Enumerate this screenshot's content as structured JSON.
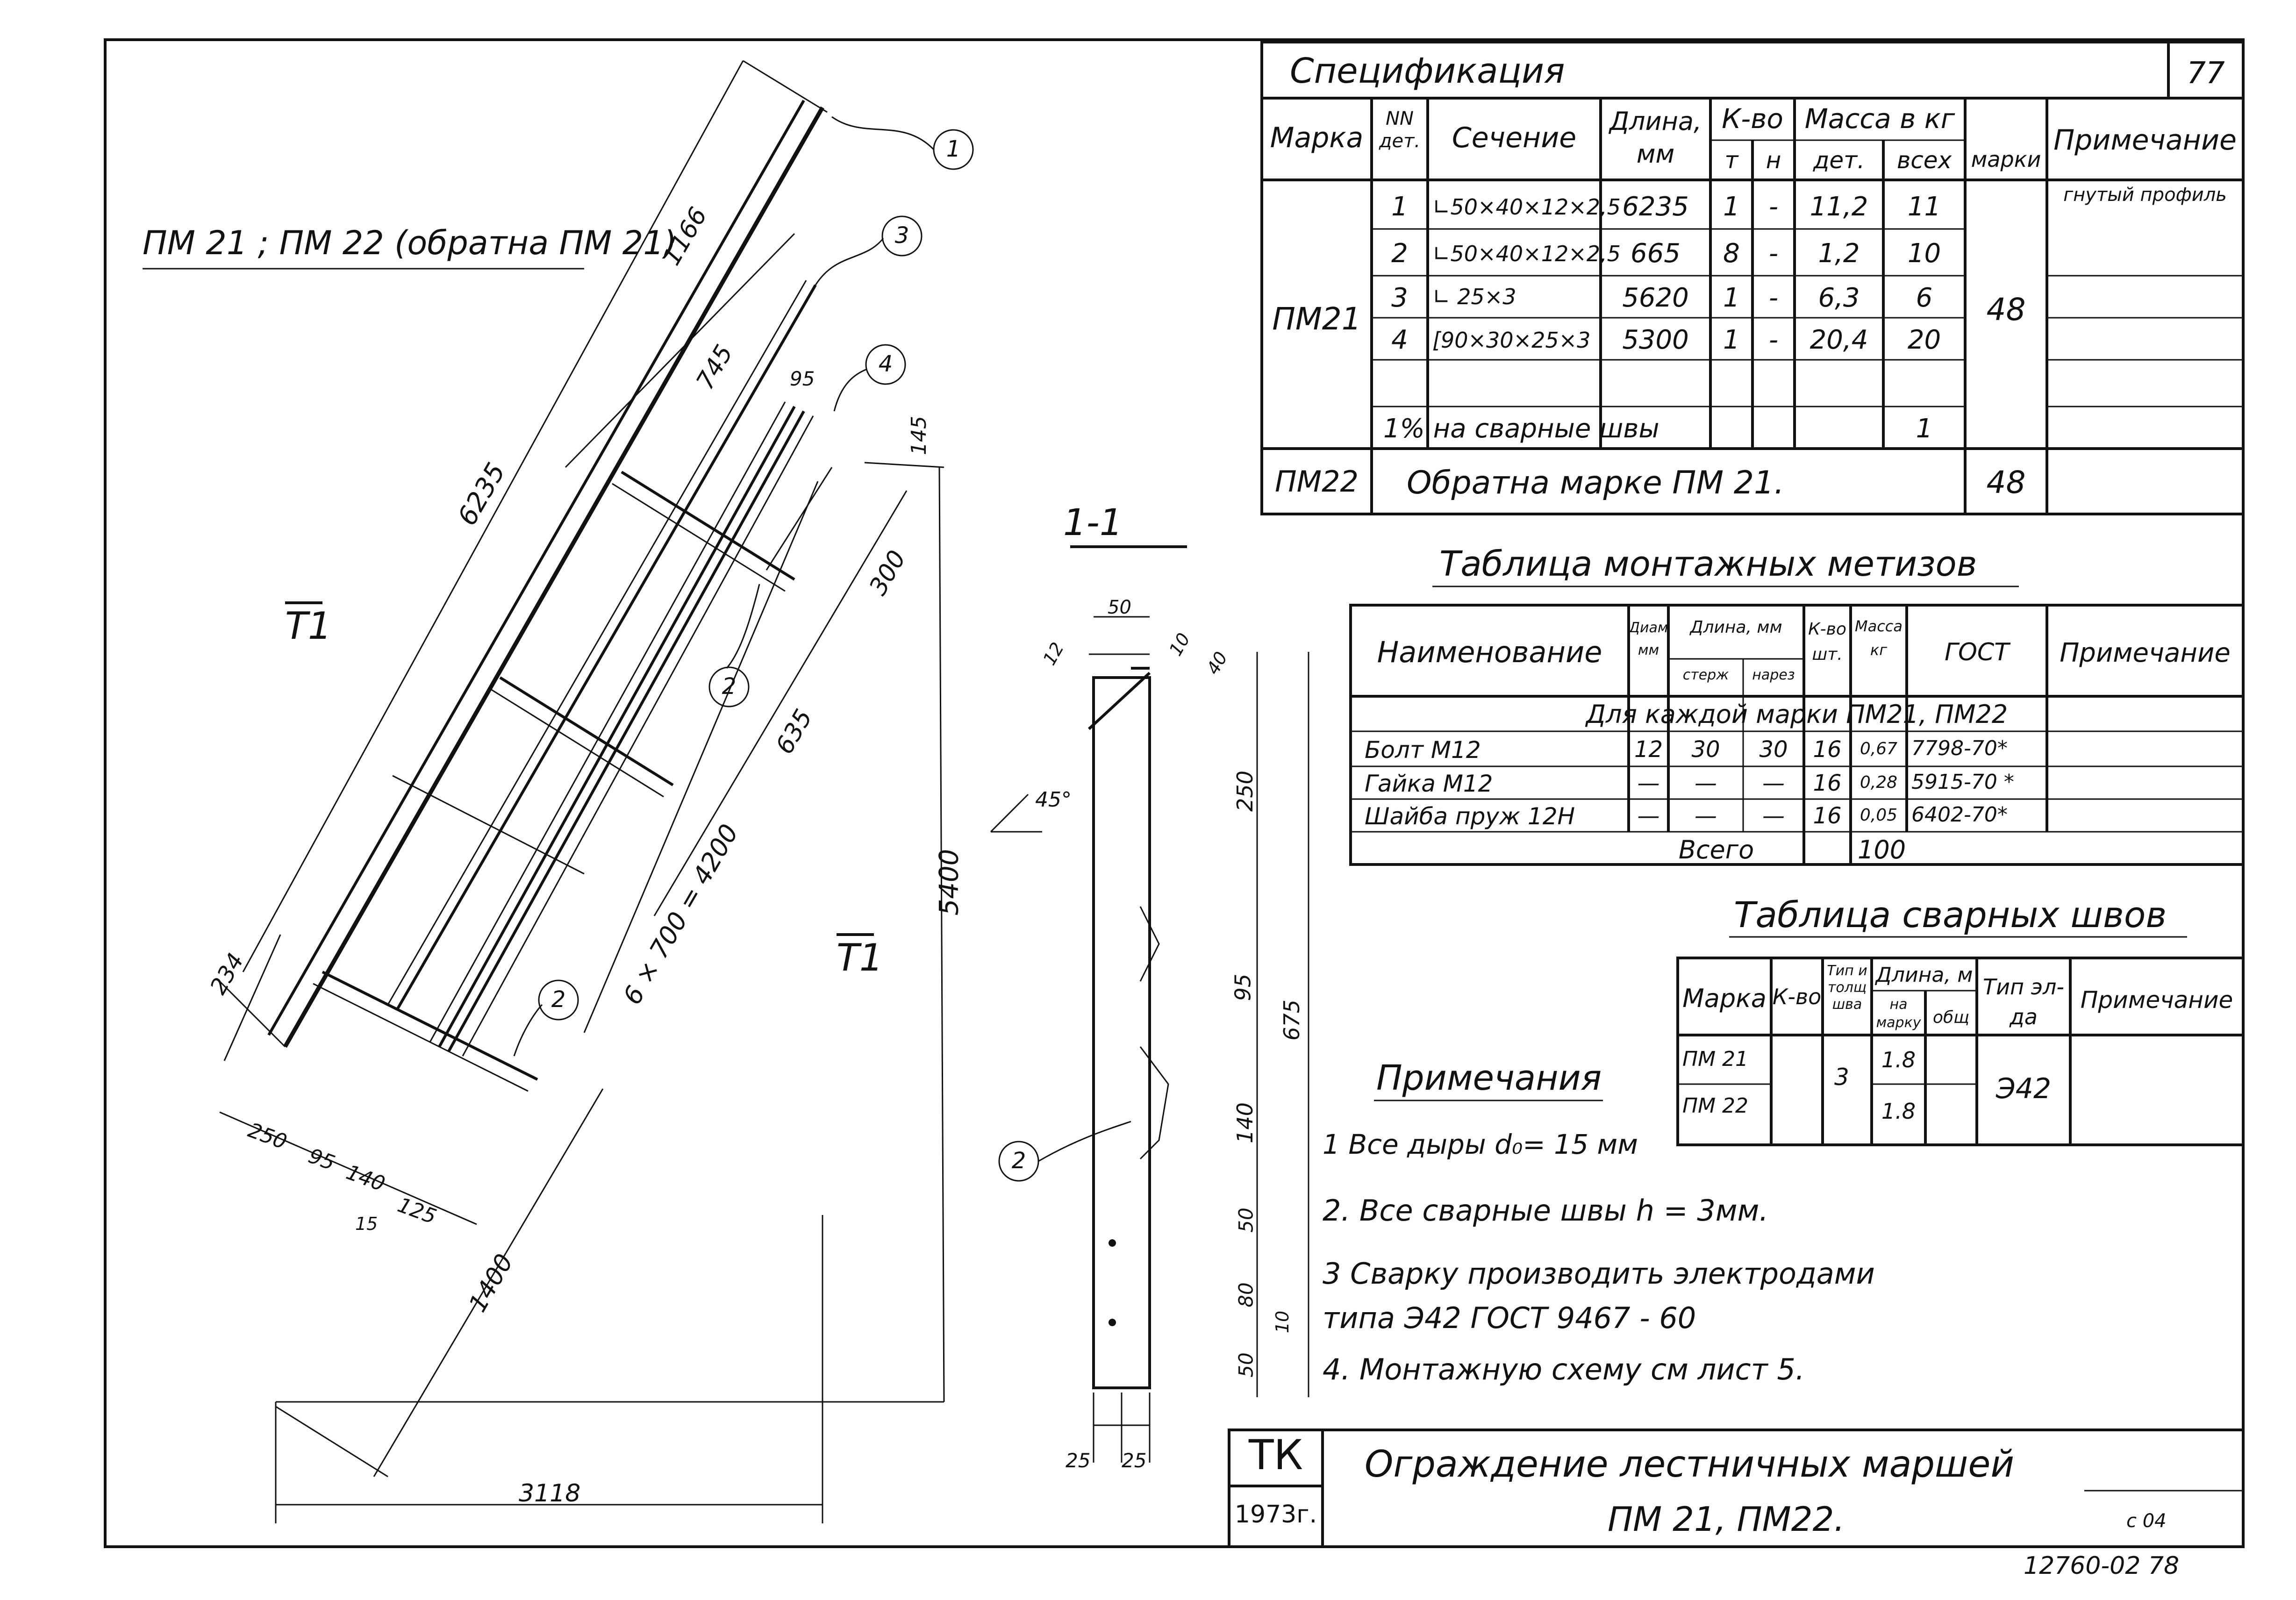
{
  "drawing": {
    "title": "ПМ 21 ; ПМ 22 (обратна ПМ 21)",
    "section_label": "1-1",
    "view_label": "Т1",
    "view_label_2": "Т1",
    "angle_label": "45°",
    "dims_main": [
      "6235",
      "1166",
      "745",
      "95",
      "145",
      "300",
      "635",
      "5400",
      "234",
      "250",
      "95",
      "140",
      "15",
      "125",
      "1400",
      "3118",
      "6 × 700 = 4200"
    ],
    "dims_section": [
      "50",
      "12",
      "10",
      "40",
      "250",
      "95",
      "675",
      "140",
      "50",
      "80",
      "10",
      "50",
      "25",
      "25"
    ],
    "callouts": [
      "1",
      "3",
      "4",
      "2",
      "2",
      "2"
    ]
  },
  "spec": {
    "title": "Спецификация",
    "sheet_no": "77",
    "headers": {
      "mark": "Марка",
      "part_no": "NN дет.",
      "section": "Сечение",
      "length": "Длина, мм",
      "qty": "К-во",
      "qty_t": "т",
      "qty_n": "н",
      "mass": "Масса в кг",
      "mass_part": "дет.",
      "mass_all": "всех",
      "mass_mark": "марки",
      "note": "Примечание"
    },
    "mark_pm21": "ПМ21",
    "rows": [
      {
        "no": "1",
        "section": "∟50×40×12×2,5",
        "length": "6235",
        "t": "1",
        "n": "-",
        "part": "11,2",
        "all": "11",
        "note": "гнутый профиль"
      },
      {
        "no": "2",
        "section": "∟50×40×12×2,5",
        "length": "665",
        "t": "8",
        "n": "-",
        "part": "1,2",
        "all": "10",
        "note": ""
      },
      {
        "no": "3",
        "section": "∟ 25×3",
        "length": "5620",
        "t": "1",
        "n": "-",
        "part": "6,3",
        "all": "6",
        "note": ""
      },
      {
        "no": "4",
        "section": "[90×30×25×3",
        "length": "5300",
        "t": "1",
        "n": "-",
        "part": "20,4",
        "all": "20",
        "note": ""
      }
    ],
    "mark_total_pm21": "48",
    "weld_row": {
      "text": "1%   на   сварные   швы",
      "value": "1"
    },
    "pm22_mark": "ПМ22",
    "pm22_text": "Обратна   марке   ПМ 21.",
    "pm22_total": "48"
  },
  "fasteners": {
    "title": "Таблица монтажных метизов",
    "headers": {
      "name": "Наименование",
      "diam": "Диам мм",
      "length": "Длина, мм",
      "len_rod": "стерж",
      "len_thread": "нарез",
      "qty": "К-во шт.",
      "mass": "Масса кг",
      "gost": "ГОСТ",
      "note": "Примечание"
    },
    "group": "Для   каждой   марки   ПМ21, ПМ22",
    "rows": [
      {
        "name": "Болт М12",
        "diam": "12",
        "rod": "30",
        "thread": "30",
        "qty": "16",
        "mass": "0,67",
        "gost": "7798-70*"
      },
      {
        "name": "Гайка М12",
        "diam": "—",
        "rod": "—",
        "thread": "—",
        "qty": "16",
        "mass": "0,28",
        "gost": "5915-70 *"
      },
      {
        "name": "Шайба пруж 12Н",
        "diam": "—",
        "rod": "—",
        "thread": "—",
        "qty": "16",
        "mass": "0,05",
        "gost": "6402-70*"
      }
    ],
    "total_label": "Всего",
    "total_value": "100"
  },
  "welds": {
    "title": "Таблица сварных швов",
    "headers": {
      "mark": "Марка",
      "qty": "К-во",
      "type": "Тип и толщ шва",
      "length": "Длина, м",
      "per_mark": "на марку",
      "total": "общ",
      "electrode": "Тип эл-да",
      "note": "Примечание"
    },
    "rows": [
      {
        "mark": "ПМ 21",
        "per_mark": "1.8"
      },
      {
        "mark": "ПМ 22",
        "per_mark": "1.8"
      }
    ],
    "weld_type": "3",
    "electrode": "Э42"
  },
  "notes": {
    "title": "Примечания",
    "items": [
      "1  Все дыры  d₀= 15 мм",
      "2.  Все  сварные  швы   h = 3мм.",
      "3  Сварку  производить   электродами",
      "    типа   Э42  ГОСТ  9467 - 60",
      "4.  Монтажную  схему  см  лист 5."
    ]
  },
  "title_block": {
    "org": "ТК",
    "year": "1973г.",
    "name_line1": "Ограждение   лестничных   маршей",
    "name_line2": "ПМ 21,  ПМ22.",
    "sheet_corner": "с     04",
    "series_code": "12760-02  78"
  }
}
